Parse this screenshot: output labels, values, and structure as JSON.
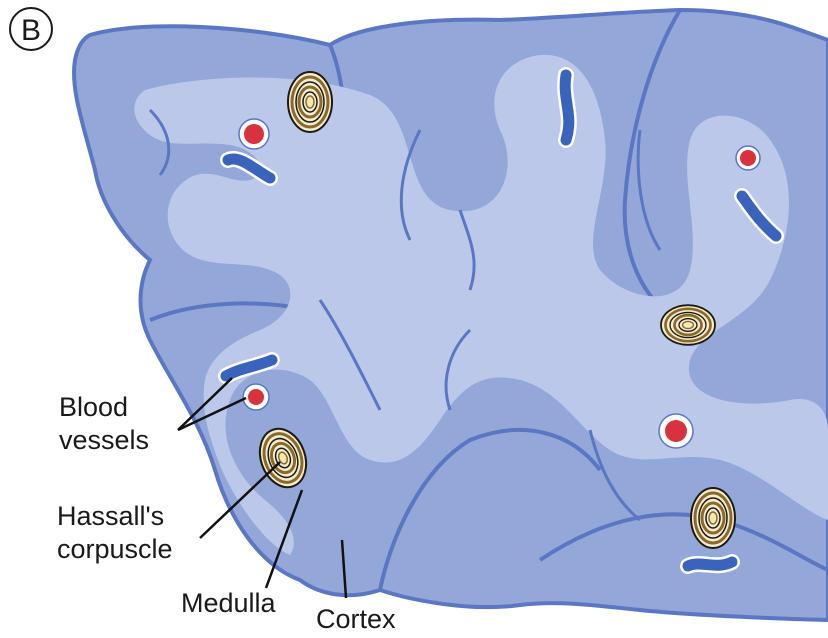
{
  "figure": {
    "panel_letter": "B",
    "labels": {
      "blood_vessels_line1": "Blood",
      "blood_vessels_line2": "vessels",
      "hassalls_line1": "Hassall's",
      "hassalls_line2": "corpuscle",
      "medulla": "Medulla",
      "cortex": "Cortex"
    },
    "colors": {
      "cortex_fill": "#94a7d9",
      "medulla_fill": "#bcc8ea",
      "outline": "#5b77c4",
      "artery": "#d8323e",
      "vein": "#3a63bc",
      "corpuscle": "#8a6a2a",
      "corpuscle_center": "#f3e8b0"
    }
  }
}
